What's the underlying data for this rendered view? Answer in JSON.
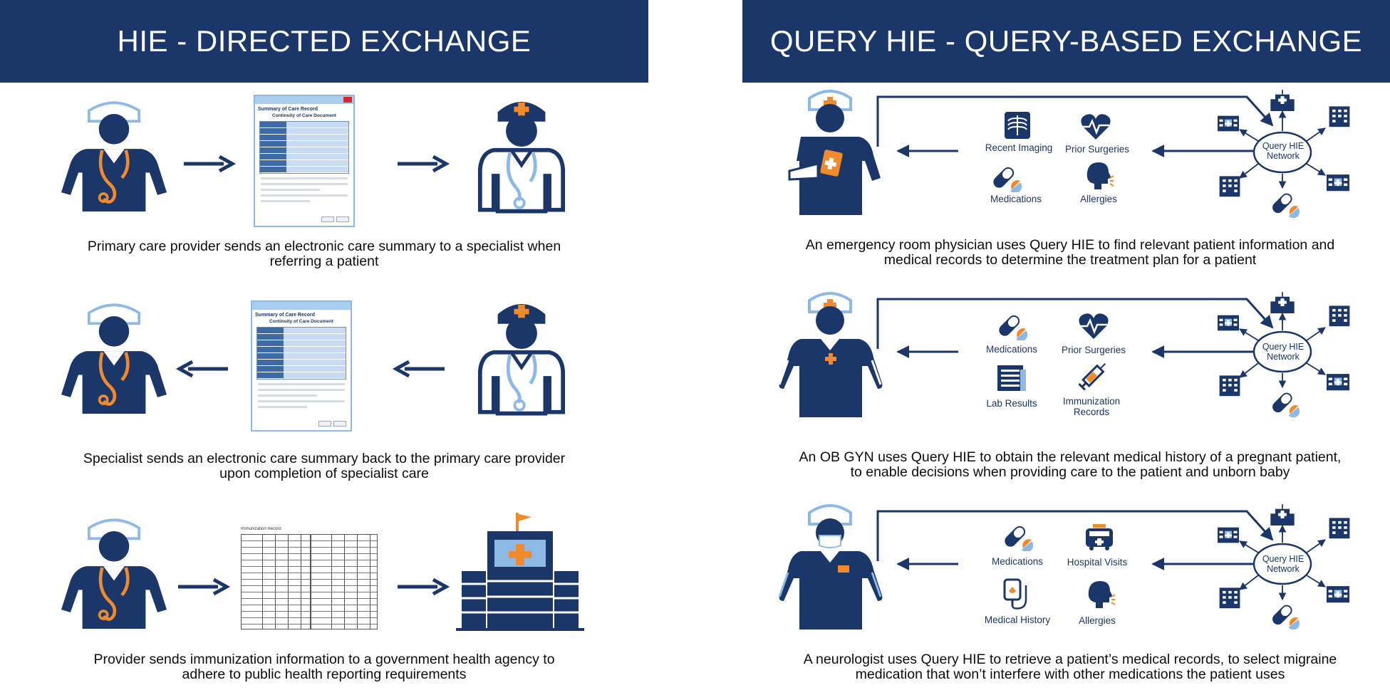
{
  "left": {
    "title": "HIE - DIRECTED EXCHANGE",
    "rows": [
      {
        "caption_lines": [
          "Primary care provider sends an electronic care summary to a specialist when",
          "referring a patient"
        ]
      },
      {
        "caption_lines": [
          "Specialist sends an electronic care summary back to the primary care provider",
          "upon completion of specialist care"
        ]
      },
      {
        "caption_lines": [
          "Provider sends immunization information to a government health agency to",
          "adhere to public health reporting requirements"
        ]
      }
    ],
    "documents": {
      "care_record_title": "Summary of Care Record",
      "care_record_subtitle": "Continuity of Care Document",
      "immunization_title": "Immunization Record"
    }
  },
  "right": {
    "title": "QUERY HIE - QUERY-BASED EXCHANGE",
    "network_label_lines": [
      "Query HIE",
      "Network"
    ],
    "rows": [
      {
        "items": [
          "Recent Imaging",
          "Prior Surgeries",
          "Medications",
          "Allergies"
        ],
        "caption_lines": [
          "An emergency room physician uses Query HIE to find relevant patient information and",
          "medical records to determine the treatment plan for a patient"
        ]
      },
      {
        "items": [
          "Medications",
          "Prior Surgeries",
          "Lab Results",
          "Immunization",
          "Records"
        ],
        "caption_lines": [
          "An OB GYN uses Query HIE to obtain the relevant medical history of a pregnant patient,",
          "to enable decisions when providing care to the patient and unborn baby"
        ]
      },
      {
        "items": [
          "Medications",
          "Hospital Visits",
          "Medical History",
          "Allergies"
        ],
        "caption_lines": [
          "A neurologist uses Query HIE to retrieve a patient’s medical records, to select migraine",
          "medication that won’t interfere with other medications the patient uses"
        ]
      }
    ]
  },
  "colors": {
    "navy": "#1b3668",
    "orange": "#f08a2b",
    "light_blue": "#8db9e6",
    "white": "#ffffff"
  },
  "icons": [
    "doctor-icon",
    "specialist-icon",
    "arrow-right-icon",
    "arrow-left-icon",
    "document-icon",
    "hospital-icon",
    "xray-icon",
    "heart-icon",
    "pill-icon",
    "head-icon",
    "lab-icon",
    "syringe-icon",
    "ambulance-icon",
    "iv-bag-icon",
    "network-icon"
  ]
}
